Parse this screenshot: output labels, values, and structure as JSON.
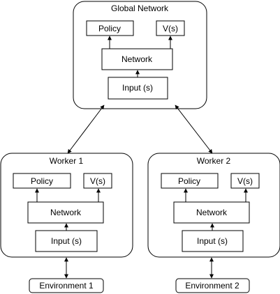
{
  "global": {
    "title": "Global Network",
    "policy": "Policy",
    "value": "V(s)",
    "network": "Network",
    "input": "Input (s)"
  },
  "workers": [
    {
      "title": "Worker 1",
      "policy": "Policy",
      "value": "V(s)",
      "network": "Network",
      "input": "Input (s)",
      "environment": "Environment 1"
    },
    {
      "title": "Worker 2",
      "policy": "Policy",
      "value": "V(s)",
      "network": "Network",
      "input": "Input (s)",
      "environment": "Environment 2"
    }
  ]
}
